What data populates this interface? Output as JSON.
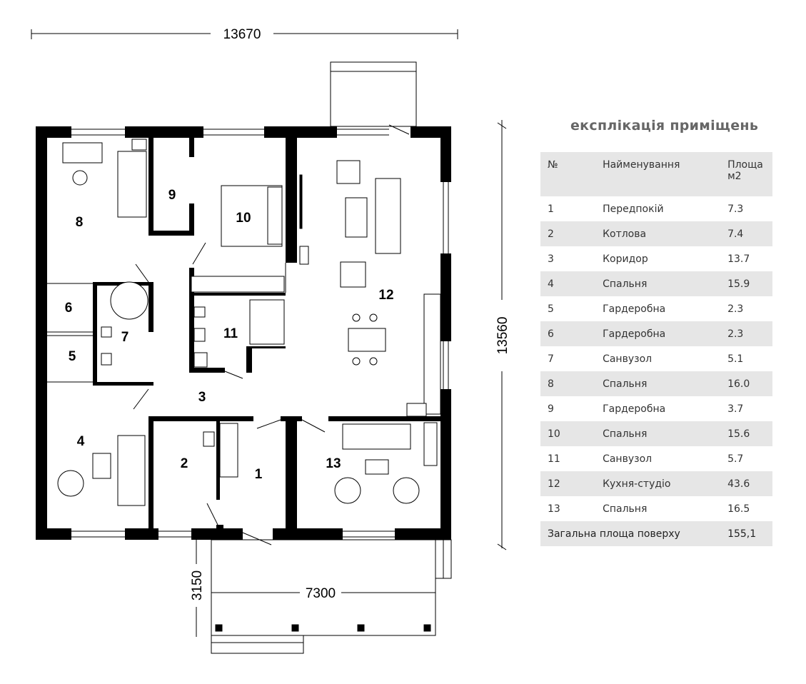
{
  "dimensions": {
    "width_total": "13670",
    "height_total": "13560",
    "porch_width": "7300",
    "porch_depth": "3150"
  },
  "rooms_labels": [
    "1",
    "2",
    "3",
    "4",
    "5",
    "6",
    "7",
    "8",
    "9",
    "10",
    "11",
    "12",
    "13"
  ],
  "legend": {
    "title": "експлікація приміщень",
    "headers": {
      "num": "№",
      "name": "Найменування",
      "area": "Площа м2"
    },
    "rows": [
      {
        "num": "1",
        "name": "Передпокій",
        "area": "7.3"
      },
      {
        "num": "2",
        "name": "Котлова",
        "area": "7.4"
      },
      {
        "num": "3",
        "name": "Коридор",
        "area": "13.7"
      },
      {
        "num": "4",
        "name": "Спальня",
        "area": "15.9"
      },
      {
        "num": "5",
        "name": "Гардеробна",
        "area": "2.3"
      },
      {
        "num": "6",
        "name": "Гардеробна",
        "area": "2.3"
      },
      {
        "num": "7",
        "name": "Санвузол",
        "area": "5.1"
      },
      {
        "num": "8",
        "name": "Спальня",
        "area": "16.0"
      },
      {
        "num": "9",
        "name": "Гардеробна",
        "area": "3.7"
      },
      {
        "num": "10",
        "name": "Спальня",
        "area": "15.6"
      },
      {
        "num": "11",
        "name": "Санвузол",
        "area": "5.7"
      },
      {
        "num": "12",
        "name": "Кухня-студіо",
        "area": "43.6"
      },
      {
        "num": "13",
        "name": "Спальня",
        "area": "16.5"
      }
    ],
    "total": {
      "label": "Загальна площа поверху",
      "area": "155,1"
    }
  }
}
